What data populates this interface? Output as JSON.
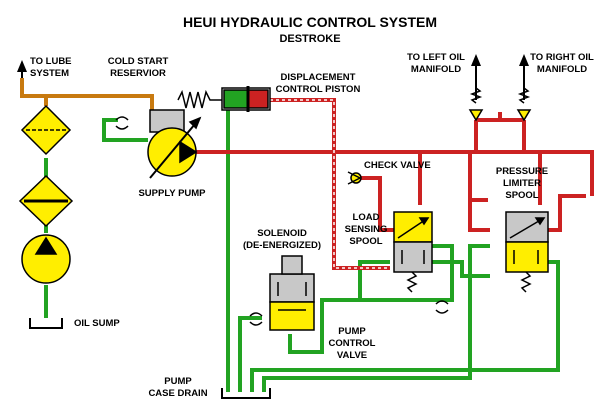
{
  "title": "HEUI HYDRAULIC CONTROL SYSTEM",
  "subtitle": "DESTROKE",
  "labels": {
    "to_lube_1": "TO LUBE",
    "to_lube_2": "SYSTEM",
    "cold_start_1": "COLD START",
    "cold_start_2": "RESERVIOR",
    "displacement_1": "DISPLACEMENT",
    "displacement_2": "CONTROL PISTON",
    "left_manifold_1": "TO LEFT OIL",
    "left_manifold_2": "MANIFOLD",
    "right_manifold_1": "TO RIGHT OIL",
    "right_manifold_2": "MANIFOLD",
    "supply_pump": "SUPPLY PUMP",
    "check_valve": "CHECK VALVE",
    "pressure_limiter_1": "PRESSURE",
    "pressure_limiter_2": "LIMITER",
    "pressure_limiter_3": "SPOOL",
    "load_sensing_1": "LOAD",
    "load_sensing_2": "SENSING",
    "load_sensing_3": "SPOOL",
    "solenoid_1": "SOLENOID",
    "solenoid_2": "(DE-ENERGIZED)",
    "pump_control_1": "PUMP",
    "pump_control_2": "CONTROL",
    "pump_control_3": "VALVE",
    "oil_sump": "OIL SUMP",
    "pump_drain_1": "PUMP",
    "pump_drain_2": "CASE DRAIN"
  },
  "colors": {
    "high_pressure": "#cc2222",
    "drain": "#22a322",
    "lube": "#c87a10",
    "component_fill": "#ffee00",
    "valve_gray": "#c8c8c8",
    "outline": "#000000"
  }
}
